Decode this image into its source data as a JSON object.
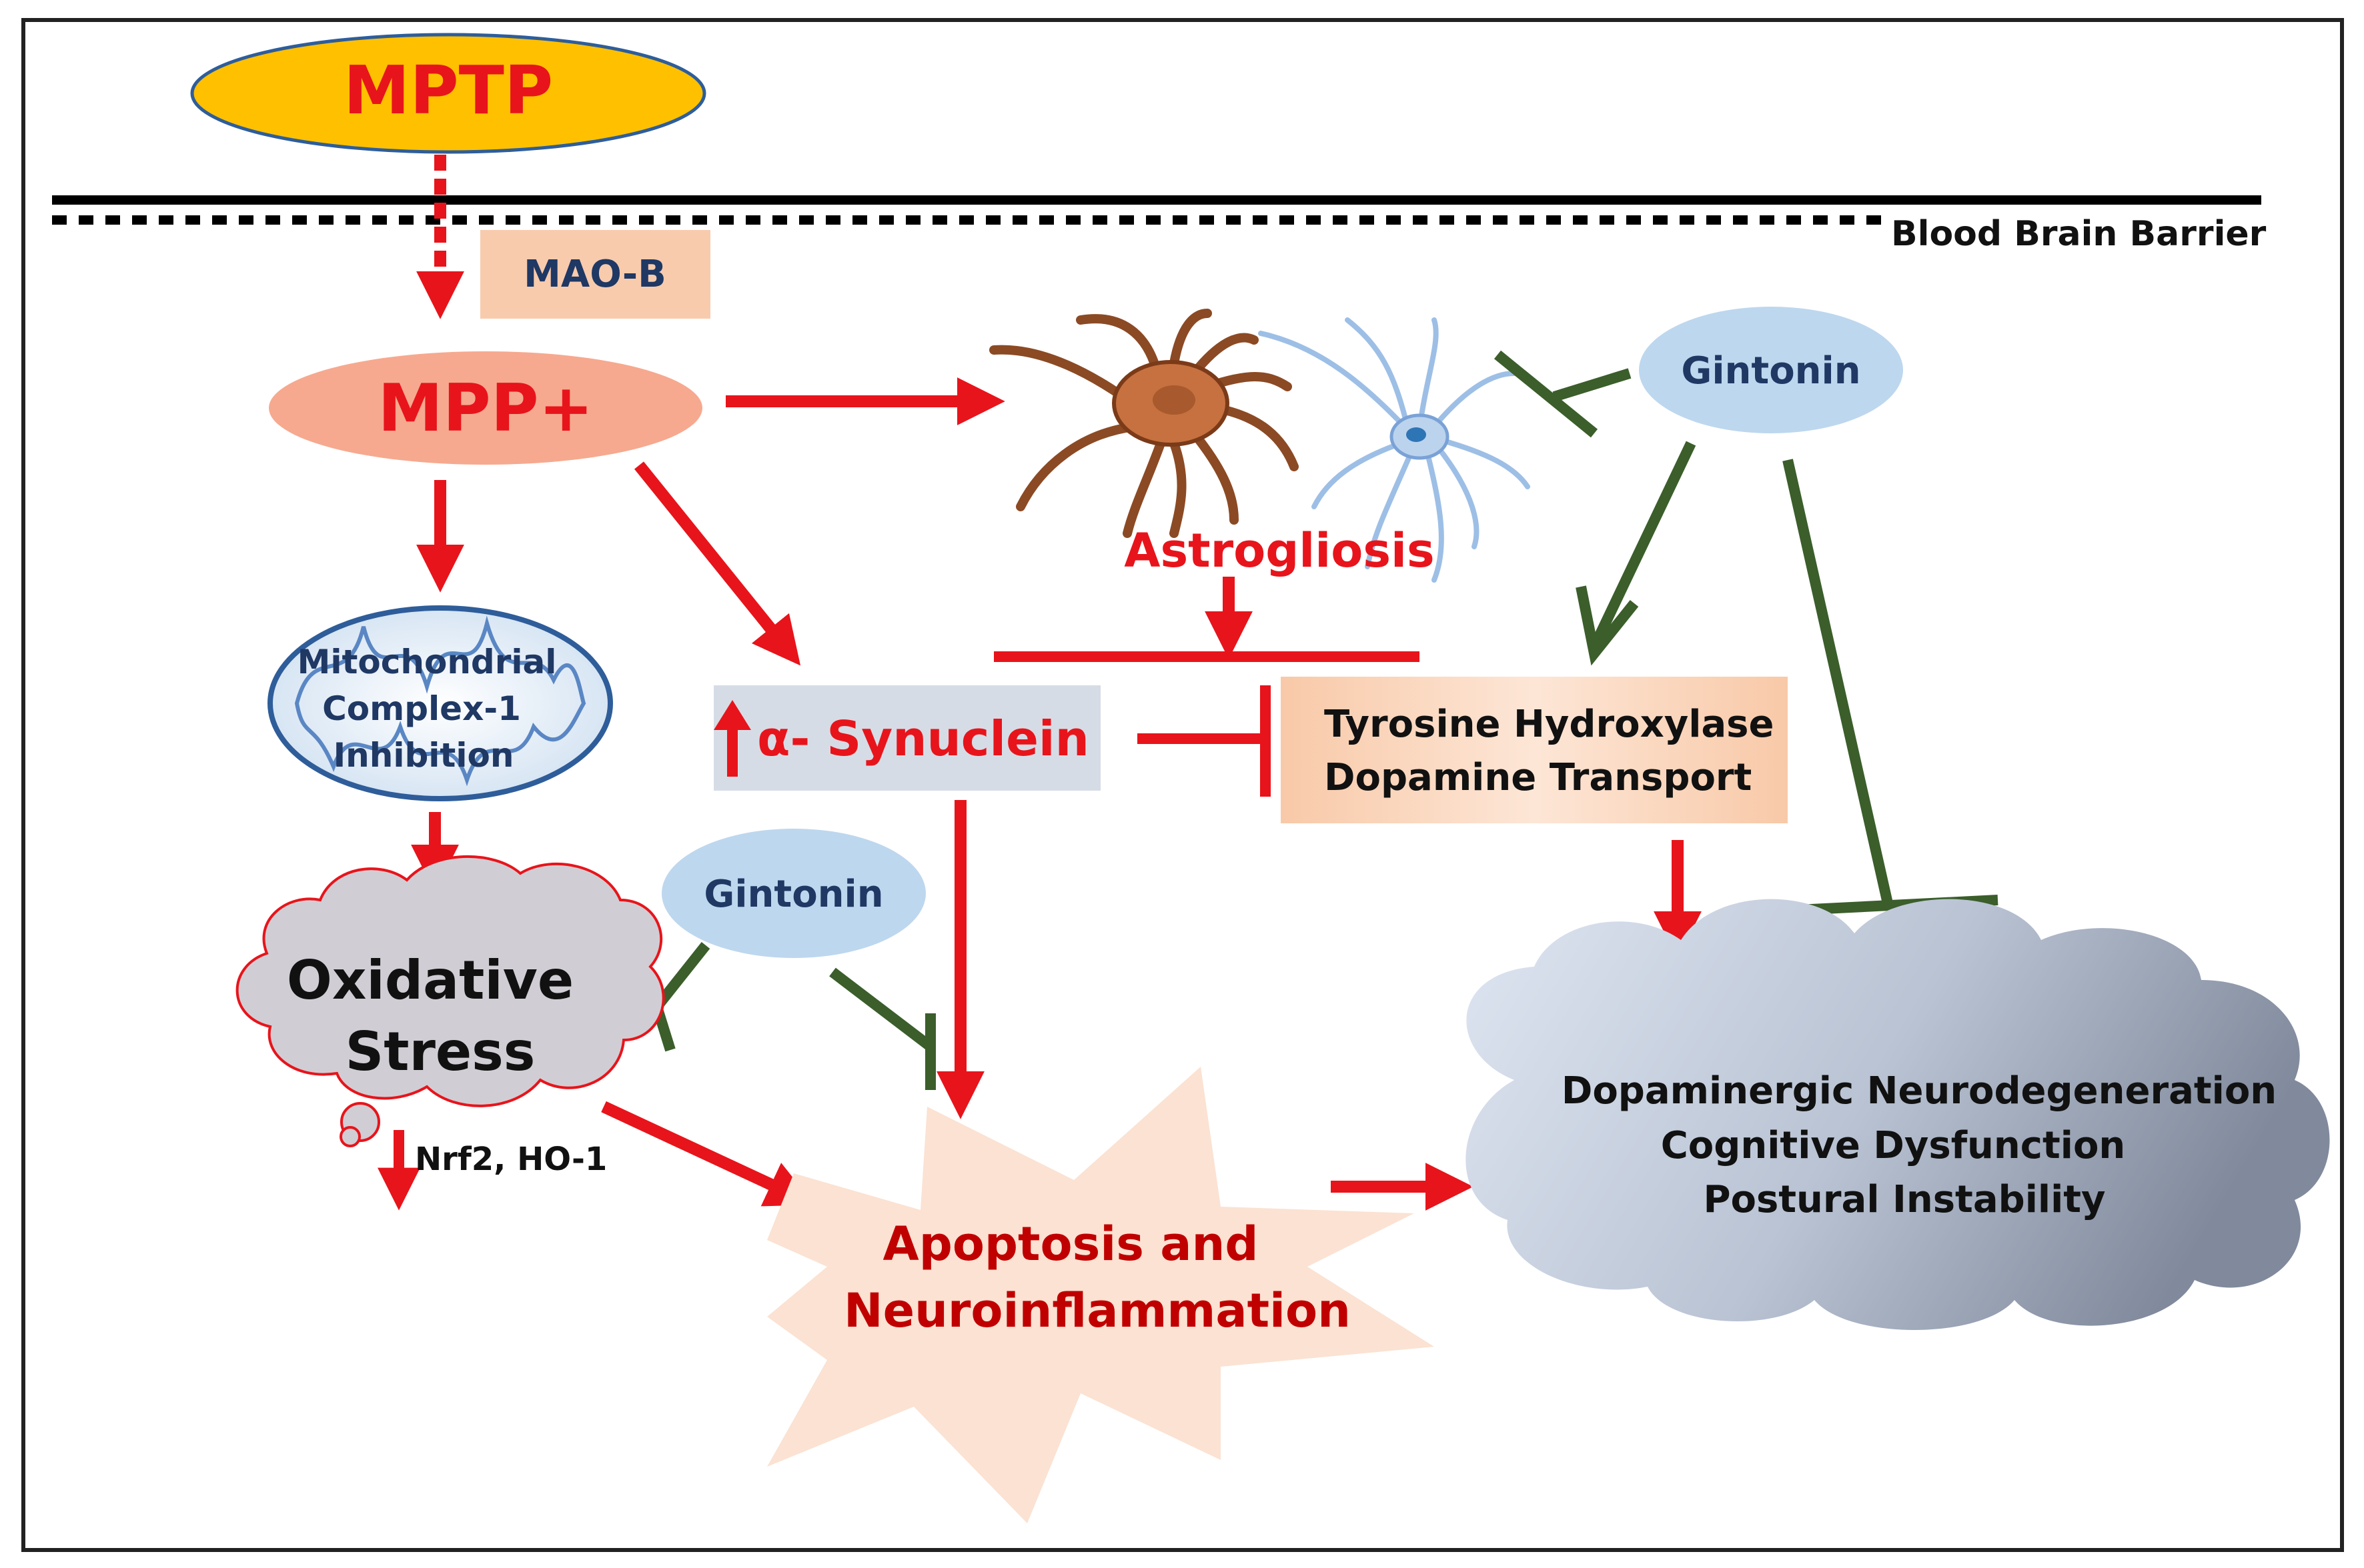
{
  "nodes": {
    "mptp": "MPTP",
    "mao_b": "MAO-B",
    "mpp": "MPP+",
    "bbb": "Blood Brain Barrier",
    "astrogliosis": "Astrogliosis",
    "gintonin_top": "Gintonin",
    "gintonin_mid": "Gintonin",
    "mito_line1": "Mitochondrial",
    "mito_line2": "Complex-1",
    "mito_line3": "Inhibition",
    "synuclein": "α- Synuclein",
    "th_line1": "Tyrosine Hydroxylase",
    "th_line2": "Dopamine Transport",
    "ox_line1": "Oxidative",
    "ox_line2": "Stress",
    "nrf2": "Nrf2, HO-1",
    "apop_line1": "Apoptosis and",
    "apop_line2": "Neuroinflammation",
    "out_line1": "Dopaminergic Neurodegeneration",
    "out_line2": "Cognitive Dysfunction",
    "out_line3": "Postural Instability"
  },
  "colors": {
    "activation": "#e8141b",
    "inhibition": "#3b5e2b",
    "mptp_fill": "#ffc000",
    "mpp_fill": "#f6a98f",
    "mao_fill": "#f8cbad",
    "gintonin_fill": "#bdd7ee",
    "navy_text": "#1f3864",
    "synuclein_fill": "#d6dce5",
    "title_red": "#c00000",
    "astro_text": "#e8141b"
  }
}
